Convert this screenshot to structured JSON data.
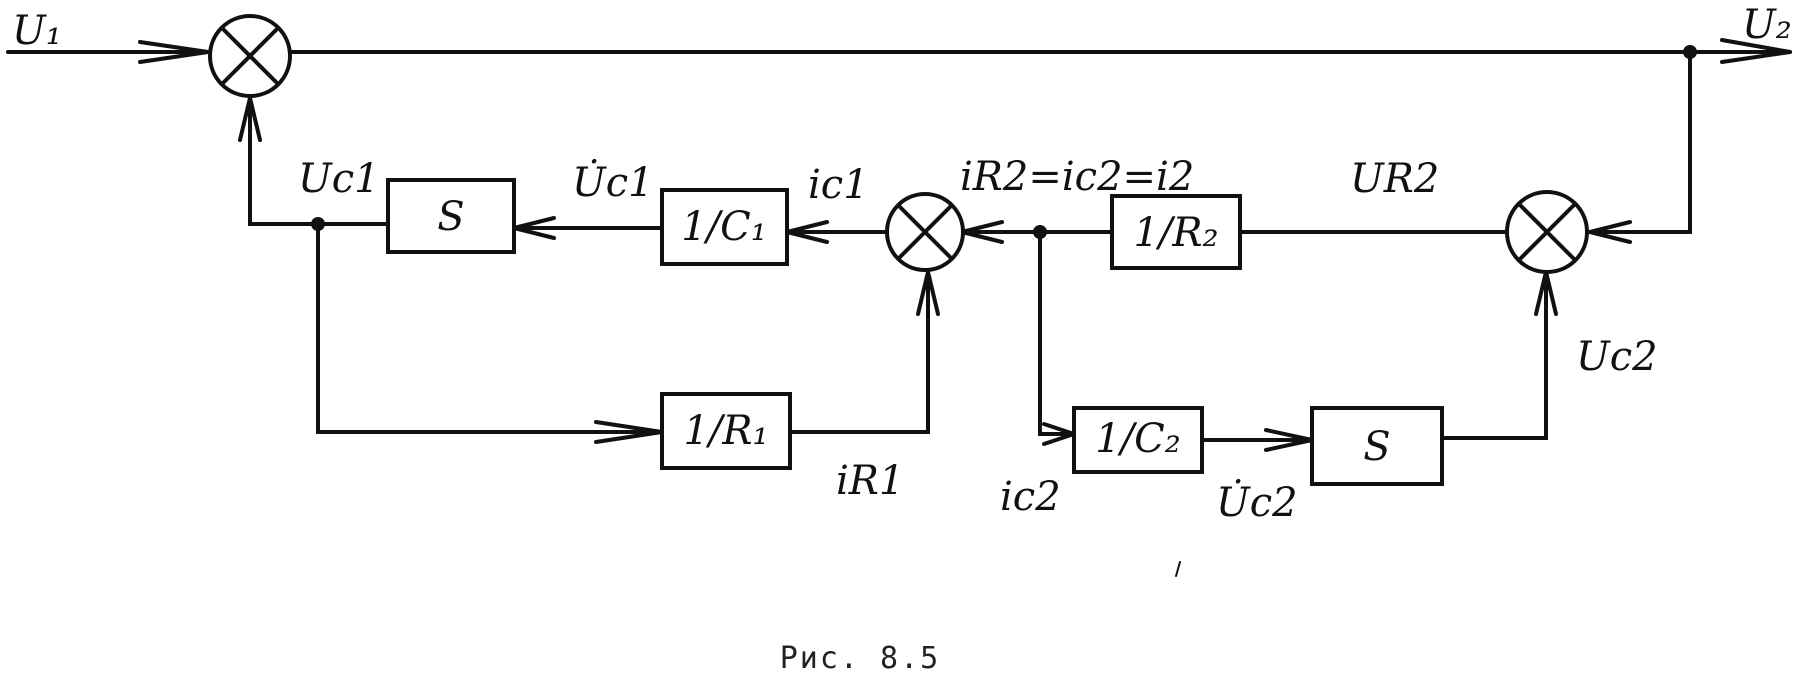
{
  "labels": {
    "u1": "U₁",
    "u2": "U₂",
    "uc1_node": "Uc1",
    "uc1_dot": "U̇c1",
    "ic1": "ic1",
    "ir2_eq": "iR2=ic2=i2",
    "ur2": "UR2",
    "uc2": "Uc2",
    "ir1": "iR1",
    "ic2": "ic2",
    "uc2_dot": "U̇c2"
  },
  "blocks": {
    "integrator_1": "S",
    "inv_c1": "1/C₁",
    "inv_r1": "1/R₁",
    "inv_r2": "1/R₂",
    "inv_c2": "1/C₂",
    "integrator_2": "S"
  },
  "caption": "Рис. 8.5"
}
